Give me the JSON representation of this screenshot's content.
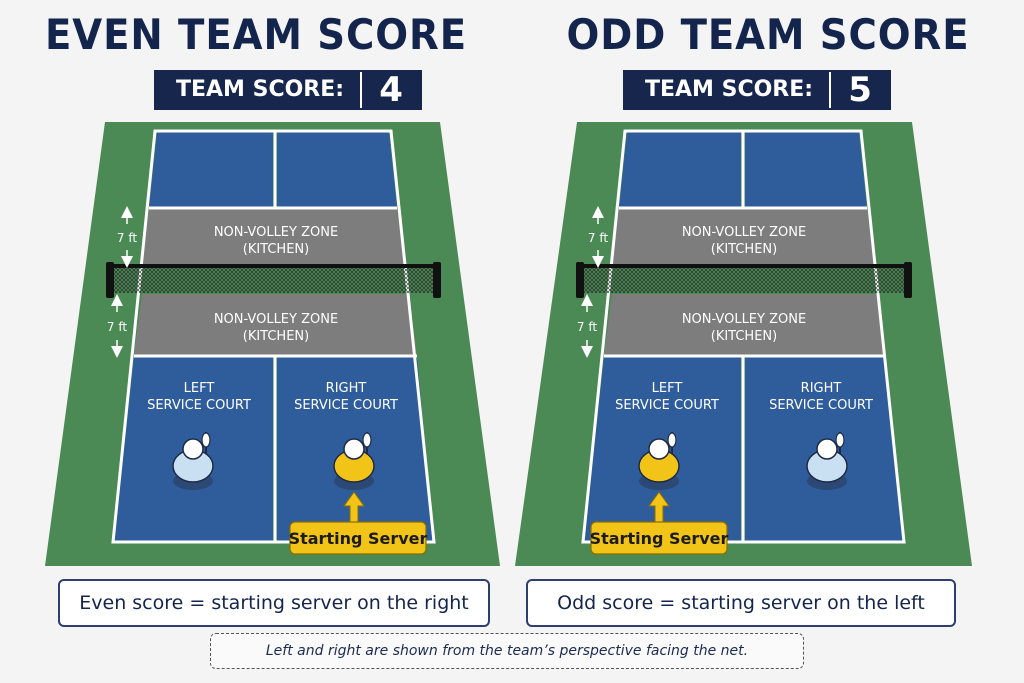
{
  "left_panel": {
    "title": "EVEN TEAM SCORE",
    "score_label": "TEAM SCORE:",
    "score_value": "4",
    "kitchen_top_line1": "NON-VOLLEY ZONE",
    "kitchen_top_line2": "(KITCHEN)",
    "kitchen_bottom_line1": "NON-VOLLEY ZONE",
    "kitchen_bottom_line2": "(KITCHEN)",
    "dimension_top": "7 ft",
    "dimension_bottom": "7 ft",
    "left_court_line1": "LEFT",
    "left_court_line2": "SERVICE COURT",
    "right_court_line1": "RIGHT",
    "right_court_line2": "SERVICE COURT",
    "server_label": "Starting Server",
    "caption": "Even score = starting server on the right"
  },
  "right_panel": {
    "title": "ODD TEAM SCORE",
    "score_label": "TEAM SCORE:",
    "score_value": "5",
    "kitchen_top_line1": "NON-VOLLEY ZONE",
    "kitchen_top_line2": "(KITCHEN)",
    "kitchen_bottom_line1": "NON-VOLLEY ZONE",
    "kitchen_bottom_line2": "(KITCHEN)",
    "dimension_top": "7 ft",
    "dimension_bottom": "7 ft",
    "left_court_line1": "LEFT",
    "left_court_line2": "SERVICE COURT",
    "right_court_line1": "RIGHT",
    "right_court_line2": "SERVICE COURT",
    "server_label": "Starting Server",
    "caption": "Odd score = starting server on the left"
  },
  "footnote": "Left and right are shown from the team’s perspective facing the net.",
  "colors": {
    "surround": "#4b8a55",
    "court_blue": "#2f5d9c",
    "kitchen_gray": "#7d7d7d",
    "title_navy": "#14254d",
    "server_yellow": "#f3c418",
    "partner_lightblue": "#c9dff2"
  }
}
